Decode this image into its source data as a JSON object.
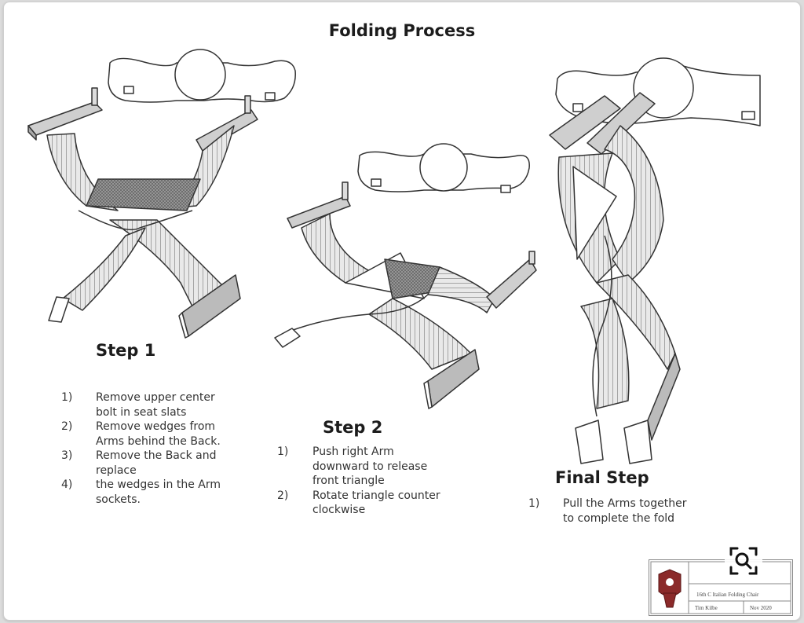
{
  "title": "Folding Process",
  "steps": [
    {
      "heading": "Step 1",
      "items": [
        {
          "num": "1)",
          "lines": [
            "Remove upper center",
            "bolt in seat slats"
          ]
        },
        {
          "num": "2)",
          "lines": [
            "Remove wedges from",
            "Arms behind the Back."
          ]
        },
        {
          "num": "3)",
          "lines": [
            "Remove the Back and",
            "replace"
          ]
        },
        {
          "num": "4)",
          "lines": [
            "the wedges in the Arm",
            "sockets."
          ]
        }
      ]
    },
    {
      "heading": "Step 2",
      "items": [
        {
          "num": "1)",
          "lines": [
            "Push right Arm",
            "downward to release",
            "front triangle"
          ]
        },
        {
          "num": "2)",
          "lines": [
            "Rotate triangle counter",
            "clockwise"
          ]
        }
      ]
    },
    {
      "heading": "Final Step",
      "items": [
        {
          "num": "1)",
          "lines": [
            "Pull the Arms together",
            "to complete the fold"
          ]
        }
      ]
    }
  ],
  "title_block": {
    "line1": "16th C Italian Folding Chair",
    "left": "Tim Kilbe",
    "right": "Nov 2020"
  },
  "icons": {
    "zoom": "zoom-magnifier-icon",
    "stamp_logo": "heraldic-crest-icon"
  }
}
